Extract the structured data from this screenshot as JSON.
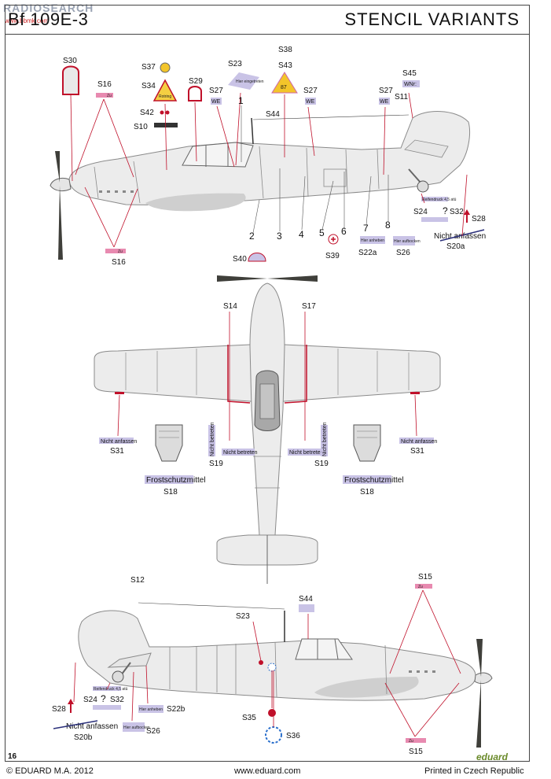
{
  "header": {
    "watermark": "RADIOSEARCH",
    "watermark_sub": "www.bbmk.com",
    "title_left": "Bf 109E-3",
    "title_right": "STENCIL VARIANTS"
  },
  "footer": {
    "page_number": "16",
    "copyright": "© EDUARD M.A. 2012",
    "website": "www.eduard.com",
    "printed": "Printed in Czech Republic",
    "logo": "eduard"
  },
  "side_left_callouts": [
    "S30",
    "S16",
    "S37",
    "S34",
    "S29",
    "S42",
    "S10",
    "S23",
    "S38",
    "S43",
    "S27",
    "S44",
    "S27",
    "S45",
    "S11",
    "S24",
    "S32",
    "S28",
    "S20a",
    "S16",
    "S40",
    "S39",
    "S22a",
    "S26"
  ],
  "side_left_numbers": [
    "1",
    "2",
    "3",
    "4",
    "5",
    "6",
    "7",
    "8"
  ],
  "top_view_callouts": [
    "S14",
    "S17",
    "S31",
    "S31",
    "S19",
    "S19",
    "S18",
    "S18"
  ],
  "side_right_callouts": [
    "S12",
    "S15",
    "S44",
    "S23",
    "S28",
    "S24",
    "S32",
    "S20b",
    "S26",
    "S22b",
    "S35",
    "S36",
    "S15"
  ],
  "stencil_texts": {
    "nicht_anfassen": "Nicht anfassen",
    "nicht_betreten": "Nicht betreten",
    "frostschutzmittel": "Frostschutzmittel",
    "rotring": "Rotring",
    "werk_nr": "WNr:",
    "we": "WE",
    "zu": "Zu",
    "fuel_87": "87",
    "hier_aufbocken": "Hier aufbocken",
    "hier_anheben": "Hier anheben",
    "hier_eingetreten": "Hier eingetreten",
    "reifendruck": "Reifendruck 4,5 atü"
  },
  "colors": {
    "aircraft_fill": "#ececec",
    "panel_line": "#8a8a8a",
    "stencil_red": "#c0102a",
    "stencil_pink": "#e88ab0",
    "stencil_lilac": "#c9c3e6",
    "prop": "#3f3f3a",
    "fuel_triangle": "#f3c52a",
    "warning_triangle": "#f4cf42"
  }
}
